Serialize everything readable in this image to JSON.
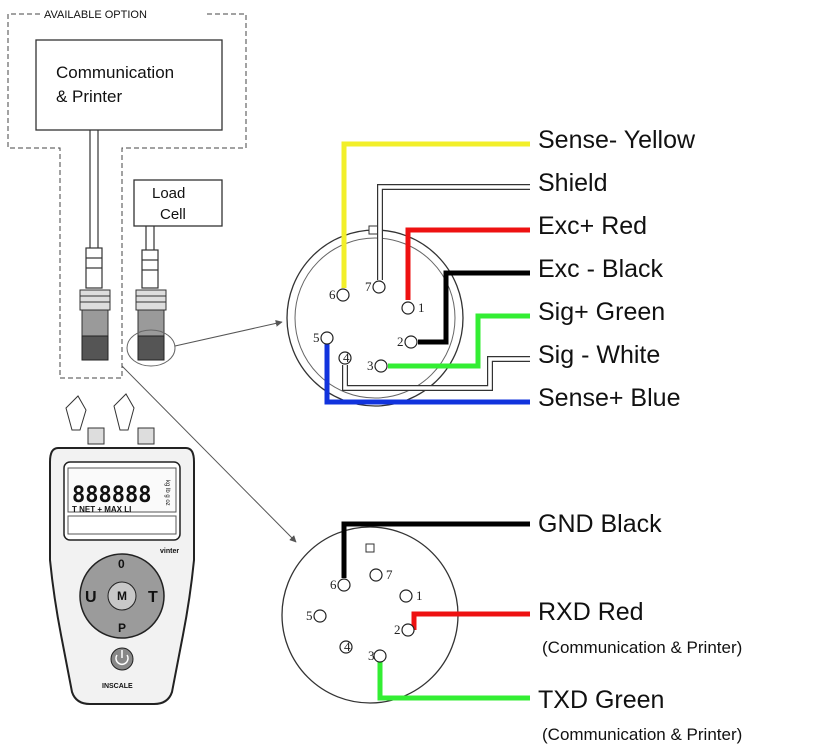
{
  "available_option": {
    "title": "AVAILABLE OPTION",
    "box_label_line1": "Communication",
    "box_label_line2": "& Printer"
  },
  "load_cell": {
    "line1": "Load",
    "line2": "Cell"
  },
  "device": {
    "display_digits": "888888",
    "side_indicators": "kg lb g oz",
    "mode_row": "T NET + MAX LI",
    "brand_small": "vinter",
    "brand_bottom": "INSCALE",
    "left_key": "U",
    "right_key": "T",
    "up_key": "0",
    "down_key": "P",
    "center_key": "M"
  },
  "loadcell_connector": {
    "pins": [
      "1",
      "2",
      "3",
      "4",
      "5",
      "6",
      "7"
    ],
    "wires": [
      {
        "label": "Sense- Yellow",
        "color": "#f2ef2a",
        "pin": "6"
      },
      {
        "label": "Shield",
        "color": "#ffffff",
        "pin": "7"
      },
      {
        "label": "Exc+ Red",
        "color": "#ee1111",
        "pin": "1"
      },
      {
        "label": "Exc - Black",
        "color": "#000000",
        "pin": "2"
      },
      {
        "label": "Sig+ Green",
        "color": "#33ee33",
        "pin": "3"
      },
      {
        "label": "Sig - White",
        "color": "#ffffff",
        "pin": "4"
      },
      {
        "label": "Sense+ Blue",
        "color": "#1133dd",
        "pin": "5"
      }
    ]
  },
  "comm_connector": {
    "pins": [
      "1",
      "2",
      "3",
      "4",
      "5",
      "6",
      "7"
    ],
    "wires": [
      {
        "label": "GND Black",
        "color": "#000000",
        "pin": "6"
      },
      {
        "label": "RXD Red",
        "note": "(Communication & Printer)",
        "color": "#ee1111",
        "pin": "2"
      },
      {
        "label": "TXD Green",
        "note": "(Communication & Printer)",
        "color": "#33ee33",
        "pin": "3"
      }
    ]
  }
}
